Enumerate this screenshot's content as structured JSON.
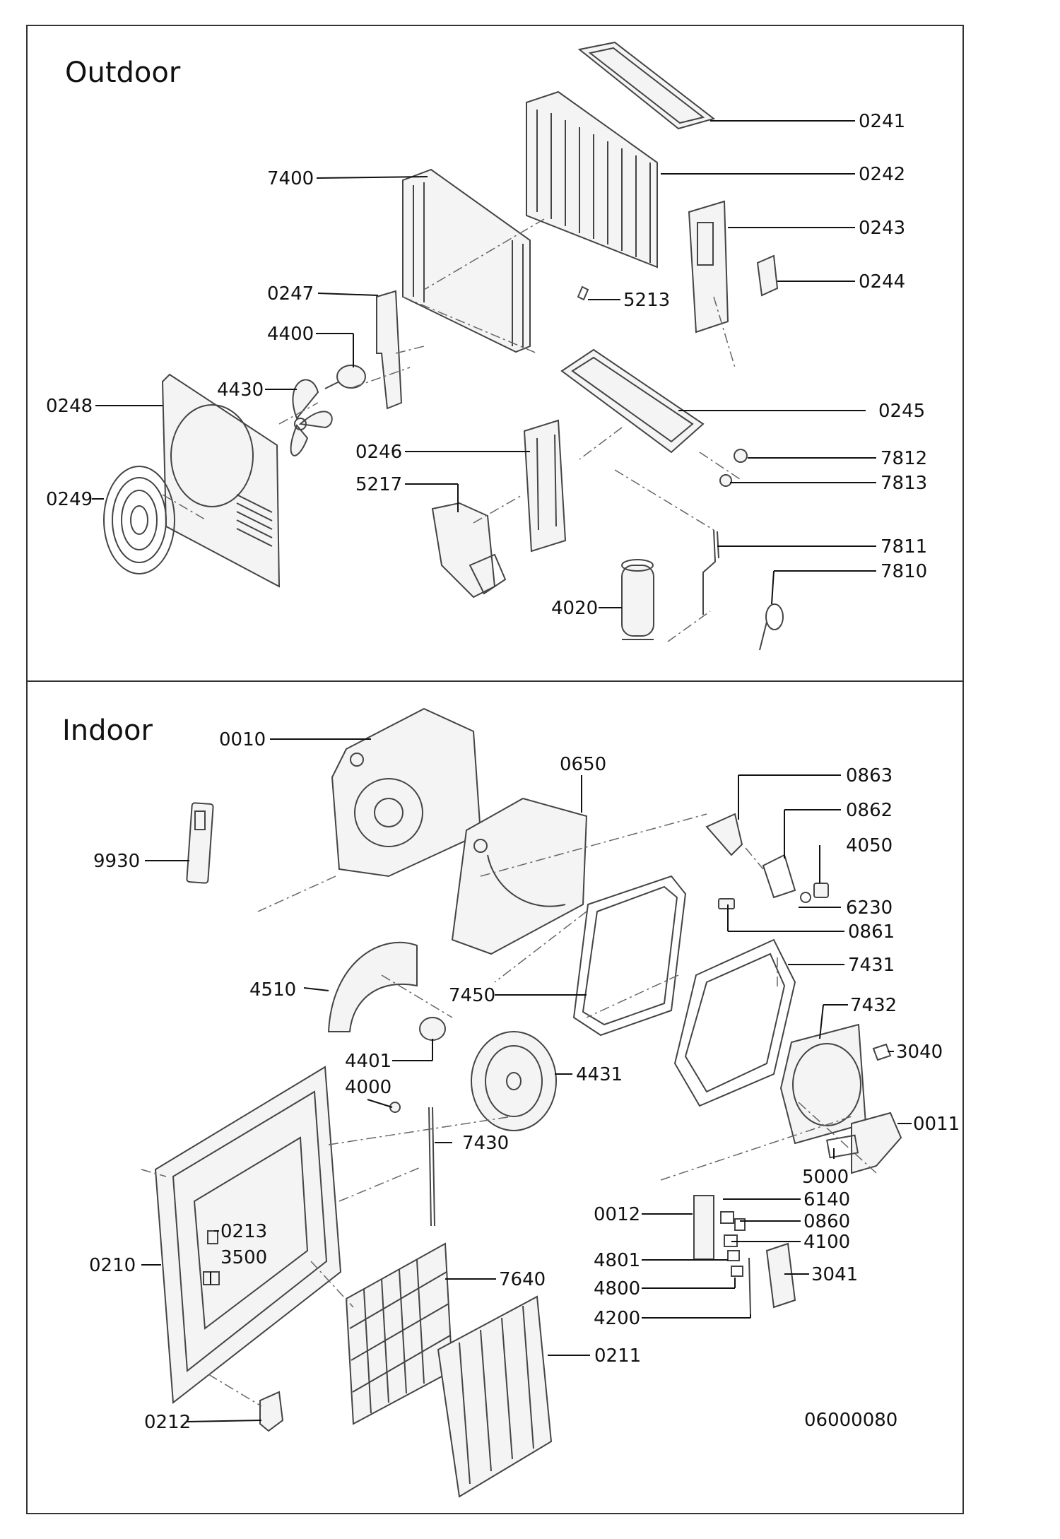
{
  "sections": {
    "outdoor_title": "Outdoor",
    "indoor_title": "Indoor"
  },
  "document_number": "06000080",
  "outdoor_labels": {
    "p0241": "0241",
    "p0242": "0242",
    "p0243": "0243",
    "p0244": "0244",
    "p0245": "0245",
    "p0246": "0246",
    "p0247": "0247",
    "p0248": "0248",
    "p0249": "0249",
    "p4020": "4020",
    "p4400": "4400",
    "p4430": "4430",
    "p5213": "5213",
    "p5217": "5217",
    "p7400": "7400",
    "p7810": "7810",
    "p7811": "7811",
    "p7812": "7812",
    "p7813": "7813"
  },
  "indoor_labels": {
    "p0010": "0010",
    "p0011": "0011",
    "p0012": "0012",
    "p0210": "0210",
    "p0211": "0211",
    "p0212": "0212",
    "p0213": "0213",
    "p0650": "0650",
    "p0860": "0860",
    "p0861": "0861",
    "p0862": "0862",
    "p0863": "0863",
    "p3040": "3040",
    "p3041": "3041",
    "p3500": "3500",
    "p4000": "4000",
    "p4050": "4050",
    "p4100": "4100",
    "p4200": "4200",
    "p4401": "4401",
    "p4431": "4431",
    "p4510": "4510",
    "p4800": "4800",
    "p4801": "4801",
    "p5000": "5000",
    "p6140": "6140",
    "p6230": "6230",
    "p7430": "7430",
    "p7431": "7431",
    "p7432": "7432",
    "p7450": "7450",
    "p7640": "7640",
    "p9930": "9930"
  }
}
